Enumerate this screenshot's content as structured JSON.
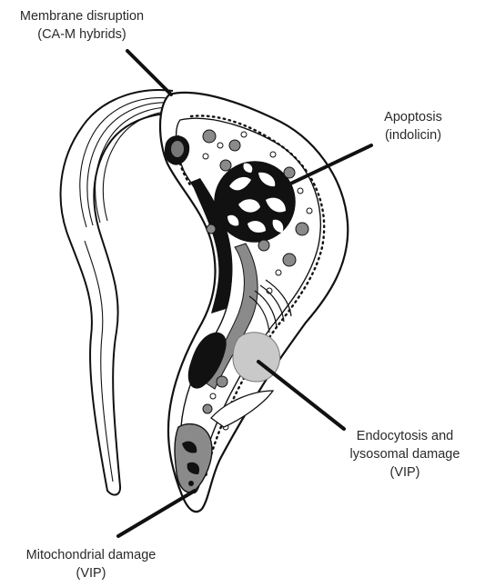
{
  "labels": {
    "membrane": {
      "line1": "Membrane disruption",
      "line2": "(CA-M hybrids)"
    },
    "apoptosis": {
      "line1": "Apoptosis",
      "line2": "(indolicin)"
    },
    "endocytosis": {
      "line1": "Endocytosis and",
      "line2": "lysosomal damage",
      "line3": "(VIP)"
    },
    "mitochondrial": {
      "line1": "Mitochondrial damage",
      "line2": "(VIP)"
    }
  },
  "colors": {
    "outline": "#111111",
    "nucleus_fill": "#111111",
    "organelle_gray": "#8a8a8a",
    "light_gray": "#c9c9c9",
    "pointer": "#111111"
  }
}
